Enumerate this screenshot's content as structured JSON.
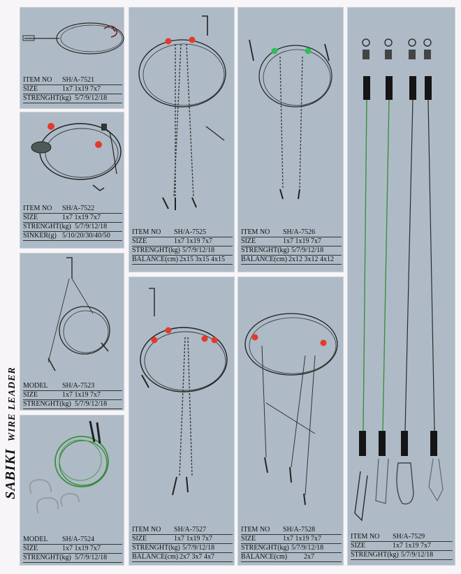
{
  "side_title": {
    "main": "SABIKI",
    "sub": "WIRE LEADER"
  },
  "colors": {
    "panel": "#aebbc6",
    "bead_red": "#e43a2c",
    "bead_green": "#2fbf5a",
    "wire": "#2a2a2a",
    "green_wire": "#3b8f3b"
  },
  "products": [
    {
      "id": "p7521",
      "rows": [
        {
          "label": "ITEM NO",
          "value": "SH/A-7521"
        },
        {
          "label": "SIZE",
          "value": "1x7   1x19   7x7"
        },
        {
          "label": "STRENGHT(kg)",
          "value": "5/7/9/12/18"
        }
      ]
    },
    {
      "id": "p7522",
      "rows": [
        {
          "label": "ITEM NO",
          "value": "SH/A-7522"
        },
        {
          "label": "SIZE",
          "value": "1x7   1x19   7x7"
        },
        {
          "label": "STRENGHT(kg)",
          "value": "5/7/9/12/18"
        },
        {
          "label": "SINKER(g)",
          "value": "5/10/20/30/40/50"
        }
      ]
    },
    {
      "id": "p7523",
      "rows": [
        {
          "label": "MODEL",
          "value": "SH/A-7523"
        },
        {
          "label": "SIZE",
          "value": "1x7   1x19   7x7"
        },
        {
          "label": "STRENGHT(kg)",
          "value": "5/7/9/12/18"
        }
      ]
    },
    {
      "id": "p7524",
      "rows": [
        {
          "label": "MODEL",
          "value": "SH/A-7524"
        },
        {
          "label": "SIZE",
          "value": "1x7   1x19   7x7"
        },
        {
          "label": "STRENGHT(kg)",
          "value": "5/7/9/12/18"
        }
      ]
    },
    {
      "id": "p7525",
      "rows": [
        {
          "label": "ITEM NO",
          "value": "SH/A-7525"
        },
        {
          "label": "SIZE",
          "value": "1x7   1x19   7x7"
        },
        {
          "label": "STRENGHT(kg)",
          "value": "5/7/9/12/18"
        },
        {
          "label": "BALANCE(cm)",
          "value": "2x15  3x15  4x15"
        }
      ]
    },
    {
      "id": "p7526",
      "rows": [
        {
          "label": "ITEM NO",
          "value": "SH/A-7526"
        },
        {
          "label": "SIZE",
          "value": "1x7   1x19   7x7"
        },
        {
          "label": "STRENGHT(kg)",
          "value": "5/7/9/12/18"
        },
        {
          "label": "BALANCE(cm)",
          "value": "2x12  3x12  4x12"
        }
      ]
    },
    {
      "id": "p7527",
      "rows": [
        {
          "label": "ITEM NO",
          "value": "SH/A-7527"
        },
        {
          "label": "SIZE",
          "value": "1x7   1x19   7x7"
        },
        {
          "label": "STRENGHT(kg)",
          "value": "5/7/9/12/18"
        },
        {
          "label": "BALANCE(cm)",
          "value": "2x7   3x7   4x7"
        }
      ]
    },
    {
      "id": "p7528",
      "rows": [
        {
          "label": "ITEM NO",
          "value": "SH/A-7528"
        },
        {
          "label": "SIZE",
          "value": "1x7   1x19   7x7"
        },
        {
          "label": "STRENGHT(kg)",
          "value": "5/7/9/12/18"
        },
        {
          "label": "BALANCE(cm)",
          "value": "2x7"
        }
      ]
    },
    {
      "id": "p7529",
      "rows": [
        {
          "label": "ITEM NO",
          "value": "SH/A-7529"
        },
        {
          "label": "SIZE",
          "value": "1x7   1x19   7x7"
        },
        {
          "label": "STRENGHT(kg)",
          "value": "5/7/9/12/18"
        }
      ]
    }
  ]
}
